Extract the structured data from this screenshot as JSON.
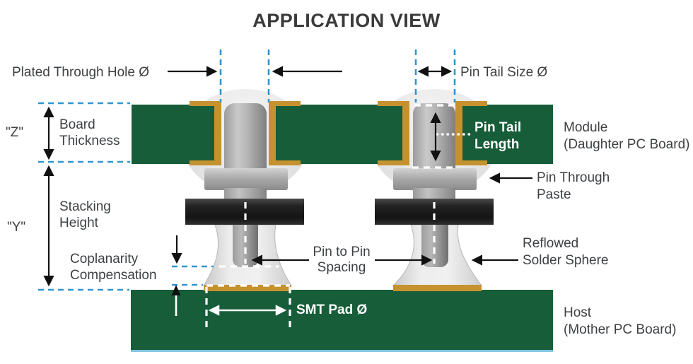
{
  "title": "APPLICATION VIEW",
  "labels": {
    "plated_hole": "Plated Through Hole Ø",
    "pin_tail_size": "Pin Tail Size Ø",
    "z_ref": "\"Z\"",
    "y_ref": "\"Y\"",
    "board_thickness": {
      "line1": "Board",
      "line2": "Thickness"
    },
    "stacking_height": {
      "line1": "Stacking",
      "line2": "Height"
    },
    "coplanarity": {
      "line1": "Coplanarity",
      "line2": "Compensation"
    },
    "pin_tail_length": {
      "line1": "Pin Tail",
      "line2": "Length"
    },
    "module": {
      "line1": "Module",
      "line2": "(Daughter PC Board)"
    },
    "pin_through_paste": {
      "line1": "Pin Through",
      "line2": "Paste"
    },
    "pin_to_pin": {
      "line1": "Pin to Pin",
      "line2": "Spacing"
    },
    "reflowed_solder": {
      "line1": "Reflowed",
      "line2": "Solder Sphere"
    },
    "smt_pad": "SMT Pad Ø",
    "host": {
      "line1": "Host",
      "line2": "(Mother PC Board)"
    }
  },
  "colors": {
    "board_green": "#175d39",
    "pad_gold": "#c5922f",
    "guide_blue": "#2e96d1",
    "text_dark": "#3e4144",
    "insulator_black": "#1b1b1b",
    "solder_gray": "#e6e6e6",
    "label_white": "#ffffff"
  }
}
